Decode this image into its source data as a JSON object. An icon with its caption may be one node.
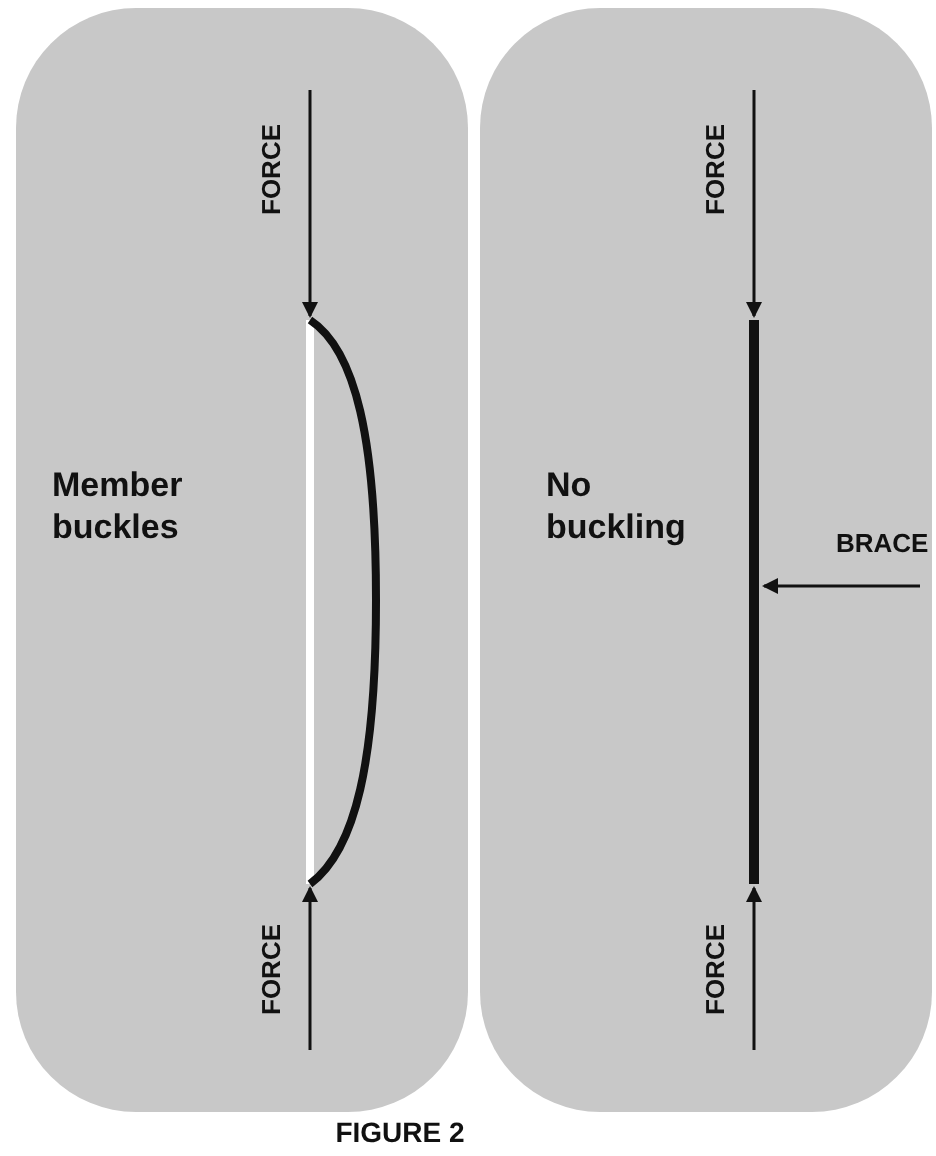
{
  "diagram": {
    "caption": "FIGURE 2",
    "nodes": [
      {
        "text": [
          "Member buckles"
        ]
      },
      {
        "text": [
          "No buckling"
        ]
      }
    ],
    "labels": [
      "FORCE",
      "FORCE",
      "FORCE",
      "FORCE",
      "BRACE"
    ]
  }
}
